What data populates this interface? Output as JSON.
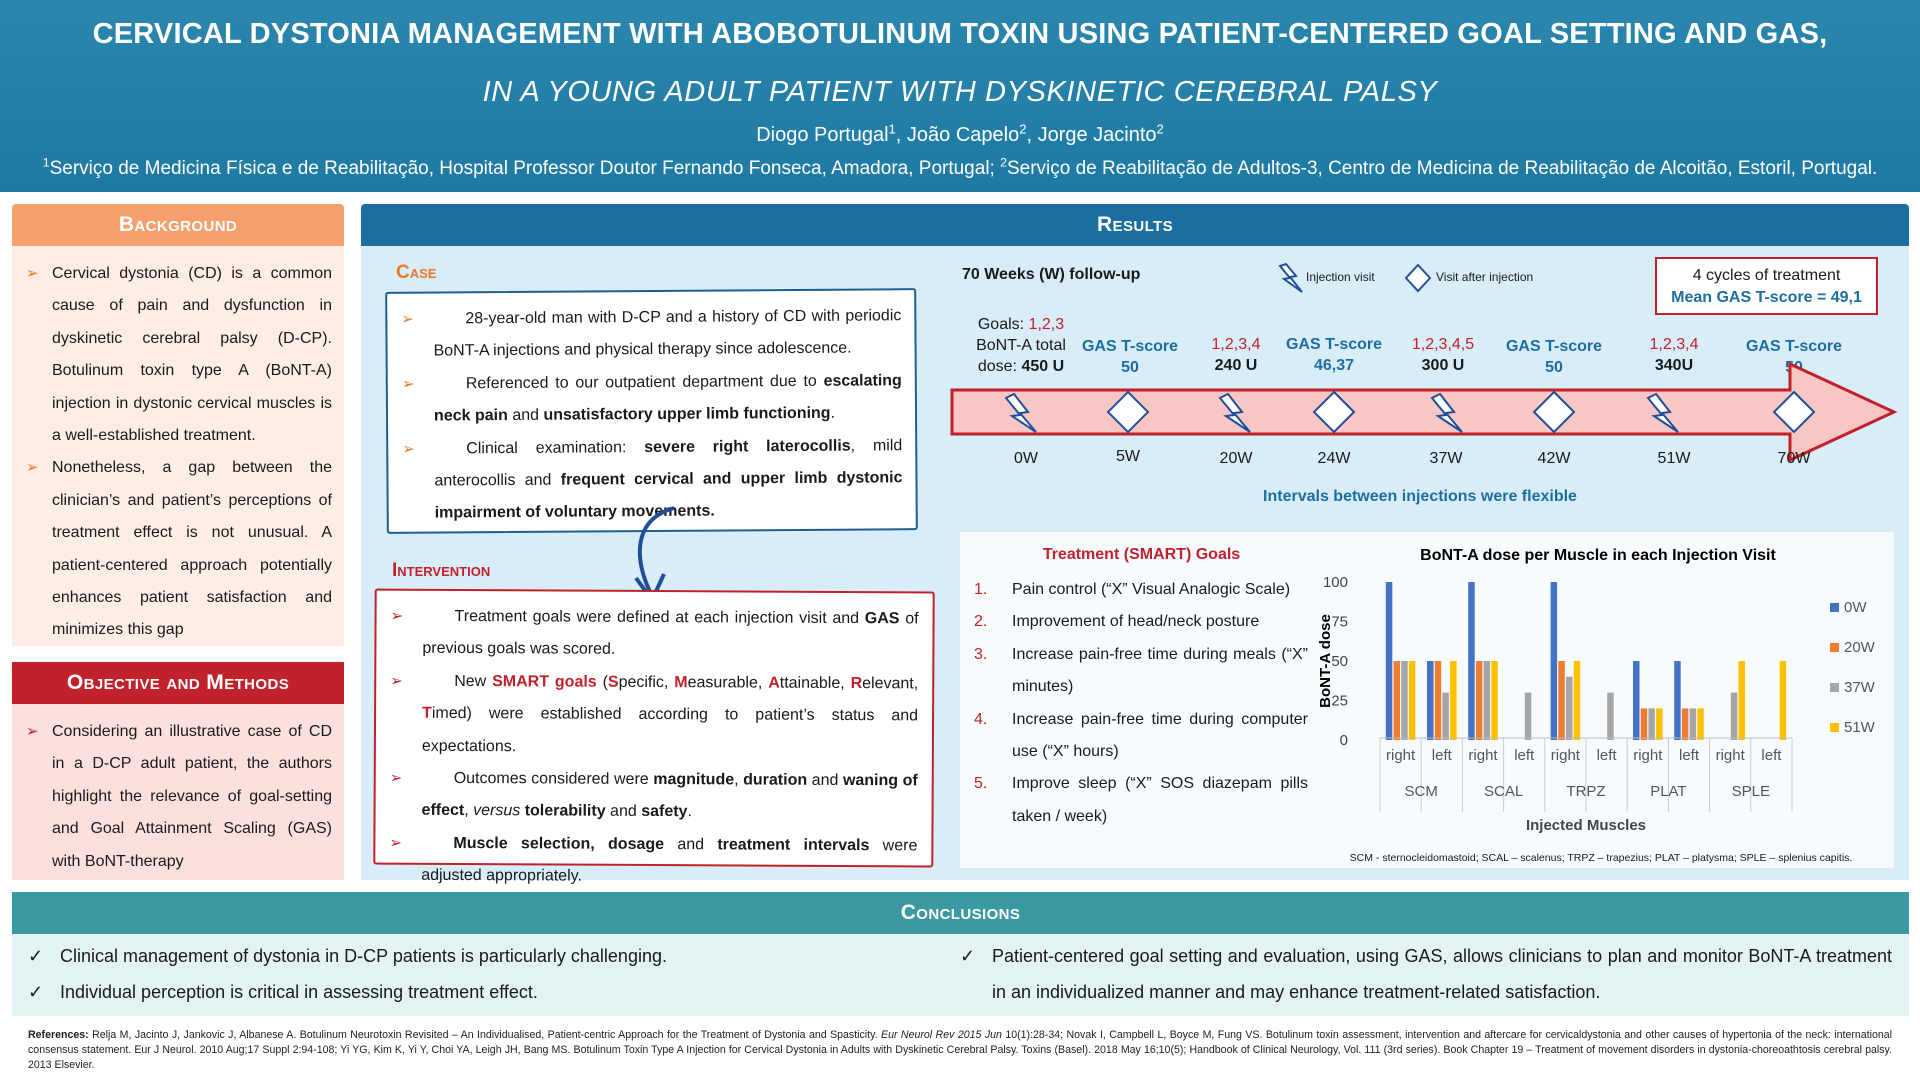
{
  "header": {
    "title": "CERVICAL DYSTONIA MANAGEMENT WITH ABOBOTULINUM TOXIN USING PATIENT-CENTERED GOAL SETTING AND GAS,",
    "subtitle": "IN A YOUNG ADULT PATIENT WITH DYSKINETIC CEREBRAL PALSY",
    "authors": [
      {
        "name": "Diogo Portugal",
        "aff": "1"
      },
      {
        "name": "João Capelo",
        "aff": "2"
      },
      {
        "name": "Jorge Jacinto",
        "aff": "2"
      }
    ],
    "affiliation_1": "Serviço de Medicina Física e de Reabilitação, Hospital Professor Doutor Fernando Fonseca, Amadora, Portugal;",
    "affiliation_2": "Serviço de Reabilitação de Adultos-3, Centro de Medicina de Reabilitação de Alcoitão, Estoril, Portugal."
  },
  "background": {
    "heading": "Background",
    "items": [
      "Cervical dystonia (CD) is a common cause of pain and dysfunction in dyskinetic cerebral palsy (D-CP). Botulinum toxin type A (BoNT-A) injection in dystonic cervical muscles is a well-established treatment.",
      "Nonetheless, a gap between the clinician’s and patient’s perceptions of treatment effect is not unusual. A patient-centered approach potentially enhances patient satisfaction and minimizes this gap"
    ]
  },
  "objective": {
    "heading": "Objective and Methods",
    "items": [
      "Considering an illustrative case of CD in a D-CP adult patient, the authors highlight the relevance of goal-setting and Goal Attainment Scaling (GAS) with BoNT-therapy"
    ]
  },
  "results": {
    "heading": "Results",
    "case_label": "Case",
    "case": {
      "item1": "28-year-old man with D-CP and a history of CD with periodic BoNT-A injections and physical therapy since adolescence.",
      "item2_a": "Referenced to our outpatient department due to ",
      "item2_b": "escalating neck pain",
      "item2_c": " and ",
      "item2_d": "unsatisfactory upper limb functioning",
      "item2_e": ".",
      "item3_a": "Clinical examination: ",
      "item3_b": "severe right laterocollis",
      "item3_c": ", mild anterocollis and ",
      "item3_d": "frequent cervical and upper limb dystonic impairment of voluntary movements."
    },
    "intervention_label": "Intervention",
    "intervention": {
      "i1_a": "Treatment goals were defined at each injection visit and ",
      "i1_b": "GAS",
      "i1_c": " of previous goals was scored.",
      "i2_a": "New ",
      "i2_b": "SMART goals",
      "i2_c": " (",
      "i2_S": "S",
      "i2_s": "pecific, ",
      "i2_M": "M",
      "i2_m": "easurable, ",
      "i2_A": "A",
      "i2_aa": "ttainable, ",
      "i2_R": "R",
      "i2_r": "elevant, ",
      "i2_T": "T",
      "i2_t": "imed) were established according to patient’s status and expectations.",
      "i3_a": "Outcomes considered were ",
      "i3_b": "magnitude",
      "i3_c": ", ",
      "i3_d": "duration",
      "i3_e": " and ",
      "i3_f": "waning of effect",
      "i3_g": ", ",
      "i3_h": "versus",
      "i3_i": " ",
      "i3_j": "tolerability",
      "i3_k": " and ",
      "i3_l": "safety",
      "i3_m": ".",
      "i4_a": "Muscle selection, dosage",
      "i4_b": " and ",
      "i4_c": "treatment intervals",
      "i4_d": " were adjusted appropriately."
    },
    "timeline": {
      "title": "70 Weeks (W) follow-up",
      "legend_injection": "Injection visit",
      "legend_after": "Visit after injection",
      "summary_1": "4 cycles of treatment",
      "summary_2": "Mean GAS T-score = 49,1",
      "goals_label": "Goals: ",
      "goals_first": "1,2,3",
      "dose_label_1": "BoNT-A total",
      "dose_label_2": "dose: ",
      "dose_first": "450 U",
      "gas_label": "GAS T-score",
      "visits": [
        {
          "week": "0W",
          "type": "injection"
        },
        {
          "week": "5W",
          "type": "after",
          "gas": "50"
        },
        {
          "week": "20W",
          "type": "injection",
          "goals": "1,2,3,4",
          "dose": "240 U"
        },
        {
          "week": "24W",
          "type": "after",
          "gas": "46,37"
        },
        {
          "week": "37W",
          "type": "injection",
          "goals": "1,2,3,4,5",
          "dose": "300 U"
        },
        {
          "week": "42W",
          "type": "after",
          "gas": "50"
        },
        {
          "week": "51W",
          "type": "injection",
          "goals": "1,2,3,4",
          "dose": "340U"
        },
        {
          "week": "70W",
          "type": "after",
          "gas": "50"
        }
      ],
      "note": "Intervals between injections were flexible"
    },
    "smart": {
      "title_a": "Treatment ",
      "title_b": "(SMART)",
      "title_c": " Goals",
      "items": [
        {
          "n": "1.",
          "text": "Pain control (“X” Visual Analogic Scale)"
        },
        {
          "n": "2.",
          "text": "Improvement of head/neck posture"
        },
        {
          "n": "3.",
          "text": "Increase pain-free time during meals (“X” minutes)"
        },
        {
          "n": "4.",
          "text": "Increase pain-free time during computer use (“X” hours)"
        },
        {
          "n": "5.",
          "text": "Improve sleep (“X” SOS diazepam pills taken / week)"
        }
      ]
    },
    "chart_footnote": "SCM - sternocleidomastoid; SCAL – scalenus; TRPZ – trapezius; PLAT – platysma; SPLE – splenius capitis."
  },
  "chart_data": {
    "type": "bar",
    "title": "BoNT-A dose per Muscle in each Injection Visit",
    "xlabel": "Injected Muscles",
    "ylabel": "BoNT-A dose",
    "ylim": [
      0,
      100
    ],
    "yticks": [
      "0",
      "25",
      "50",
      "75",
      "100"
    ],
    "groups": [
      "SCM",
      "SCAL",
      "TRPZ",
      "PLAT",
      "SPLE"
    ],
    "sides": [
      "right",
      "left"
    ],
    "categories": [
      "SCM right",
      "SCM left",
      "SCAL right",
      "SCAL left",
      "TRPZ right",
      "TRPZ left",
      "PLAT right",
      "PLAT left",
      "SPLE right",
      "SPLE left"
    ],
    "series": [
      {
        "name": "0W",
        "color": "#4472c4",
        "values": [
          100,
          50,
          100,
          0,
          100,
          0,
          50,
          50,
          0,
          0
        ]
      },
      {
        "name": "20W",
        "color": "#ed7d31",
        "values": [
          50,
          50,
          50,
          0,
          50,
          0,
          20,
          20,
          0,
          0
        ]
      },
      {
        "name": "37W",
        "color": "#a5a5a5",
        "values": [
          50,
          30,
          50,
          30,
          40,
          30,
          20,
          20,
          30,
          0
        ]
      },
      {
        "name": "51W",
        "color": "#ffc000",
        "values": [
          50,
          50,
          50,
          0,
          50,
          0,
          20,
          20,
          50,
          50
        ]
      }
    ],
    "legend": "right",
    "grid": false
  },
  "conclusions": {
    "heading": "Conclusions",
    "items": [
      "Clinical management of dystonia in D-CP patients is particularly challenging.",
      "Individual perception is critical in assessing treatment effect.",
      "Patient-centered goal setting and evaluation, using GAS, allows clinicians to plan and monitor BoNT-A treatment in an individualized manner and may enhance treatment-related satisfaction."
    ],
    "check": "✓"
  },
  "references": {
    "label": "References:",
    "text_a": " Relja M, Jacinto J, Jankovic J, Albanese A. Botulinum Neurotoxin Revisited – An Individualised, Patient-centric Approach for the Treatment of Dystonia and Spasticity. ",
    "text_b": "Eur Neurol Rev 2015 Jun",
    "text_c": " 10(1):28-34; Novak I, Campbell L, Boyce M, Fung VS. Botulinum toxin assessment, intervention and aftercare for cervicaldystonia and other causes of hypertonia of the neck: international consensus statement. Eur J Neurol. 2010 Aug;17 Suppl 2:94-108; Yi YG, Kim K, Yi Y, Choi YA, Leigh JH, Bang MS. Botulinum Toxin Type A Injection for Cervical Dystonia in Adults with Dyskinetic Cerebral Palsy. Toxins (Basel). 2018 May 16;10(5); Handbook of Clinical Neurology, Vol. 111 (3rd series). Book Chapter 19 – Treatment of movement disorders in dystonia-choreoathtosis cerebral palsy. 2013 Elsevier."
  }
}
